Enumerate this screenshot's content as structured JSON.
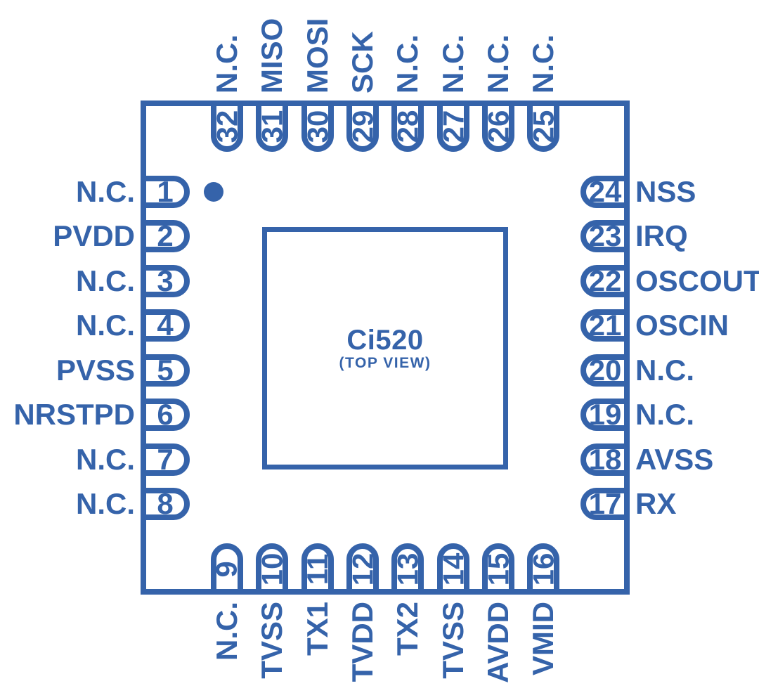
{
  "chip": {
    "title": "Ci520",
    "subtitle": "(TOP VIEW)",
    "pin1_marker": "dot"
  },
  "colors": {
    "accent": "#3563aa",
    "background": "#ffffff"
  },
  "pins": {
    "left": [
      {
        "number": "1",
        "label": "N.C."
      },
      {
        "number": "2",
        "label": "PVDD"
      },
      {
        "number": "3",
        "label": "N.C."
      },
      {
        "number": "4",
        "label": "N.C."
      },
      {
        "number": "5",
        "label": "PVSS"
      },
      {
        "number": "6",
        "label": "NRSTPD"
      },
      {
        "number": "7",
        "label": "N.C."
      },
      {
        "number": "8",
        "label": "N.C."
      }
    ],
    "top": [
      {
        "number": "32",
        "label": "N.C."
      },
      {
        "number": "31",
        "label": "MISO"
      },
      {
        "number": "30",
        "label": "MOSI"
      },
      {
        "number": "29",
        "label": "SCK"
      },
      {
        "number": "28",
        "label": "N.C."
      },
      {
        "number": "27",
        "label": "N.C."
      },
      {
        "number": "26",
        "label": "N.C."
      },
      {
        "number": "25",
        "label": "N.C."
      }
    ],
    "right": [
      {
        "number": "24",
        "label": "NSS"
      },
      {
        "number": "23",
        "label": "IRQ"
      },
      {
        "number": "22",
        "label": "OSCOUT"
      },
      {
        "number": "21",
        "label": "OSCIN"
      },
      {
        "number": "20",
        "label": "N.C."
      },
      {
        "number": "19",
        "label": "N.C."
      },
      {
        "number": "18",
        "label": "AVSS"
      },
      {
        "number": "17",
        "label": "RX"
      }
    ],
    "bottom": [
      {
        "number": "9",
        "label": "N.C."
      },
      {
        "number": "10",
        "label": "TVSS"
      },
      {
        "number": "11",
        "label": "TX1"
      },
      {
        "number": "12",
        "label": "TVDD"
      },
      {
        "number": "13",
        "label": "TX2"
      },
      {
        "number": "14",
        "label": "TVSS"
      },
      {
        "number": "15",
        "label": "AVDD"
      },
      {
        "number": "16",
        "label": "VMID"
      }
    ]
  }
}
